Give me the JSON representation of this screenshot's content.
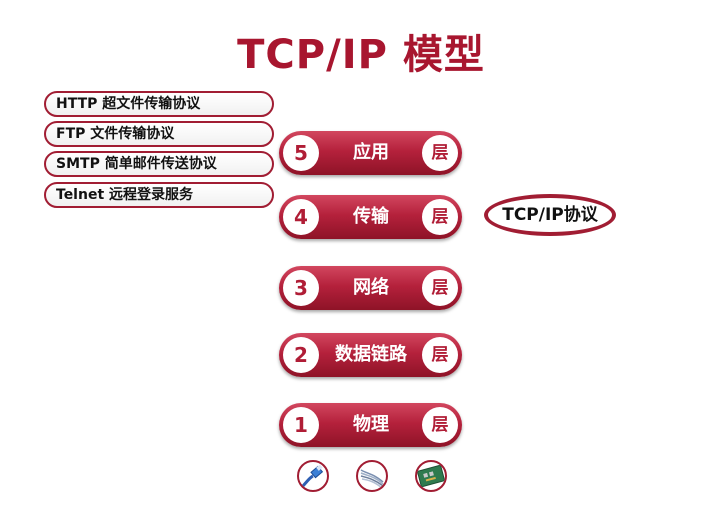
{
  "title": "TCP/IP 模型",
  "applications": [
    "HTTP 超文件传输协议",
    "FTP 文件传输协议",
    "SMTP 简单邮件传送协议",
    "Telnet 远程登录服务"
  ],
  "layers": [
    {
      "number": "5",
      "name": "应用",
      "suffix": "层"
    },
    {
      "number": "4",
      "name": "传输",
      "suffix": "层"
    },
    {
      "number": "3",
      "name": "网络",
      "suffix": "层"
    },
    {
      "number": "2",
      "name": "数据链路",
      "suffix": "层"
    },
    {
      "number": "1",
      "name": "物理",
      "suffix": "层"
    }
  ],
  "protocol_label": "TCP/IP协议",
  "icons": [
    "network-cable-icon",
    "twisted-wire-icon",
    "network-card-icon"
  ],
  "colors": {
    "accent": "#a8162f",
    "layer_fill": "#b5213c",
    "outline": "#a11d33"
  }
}
